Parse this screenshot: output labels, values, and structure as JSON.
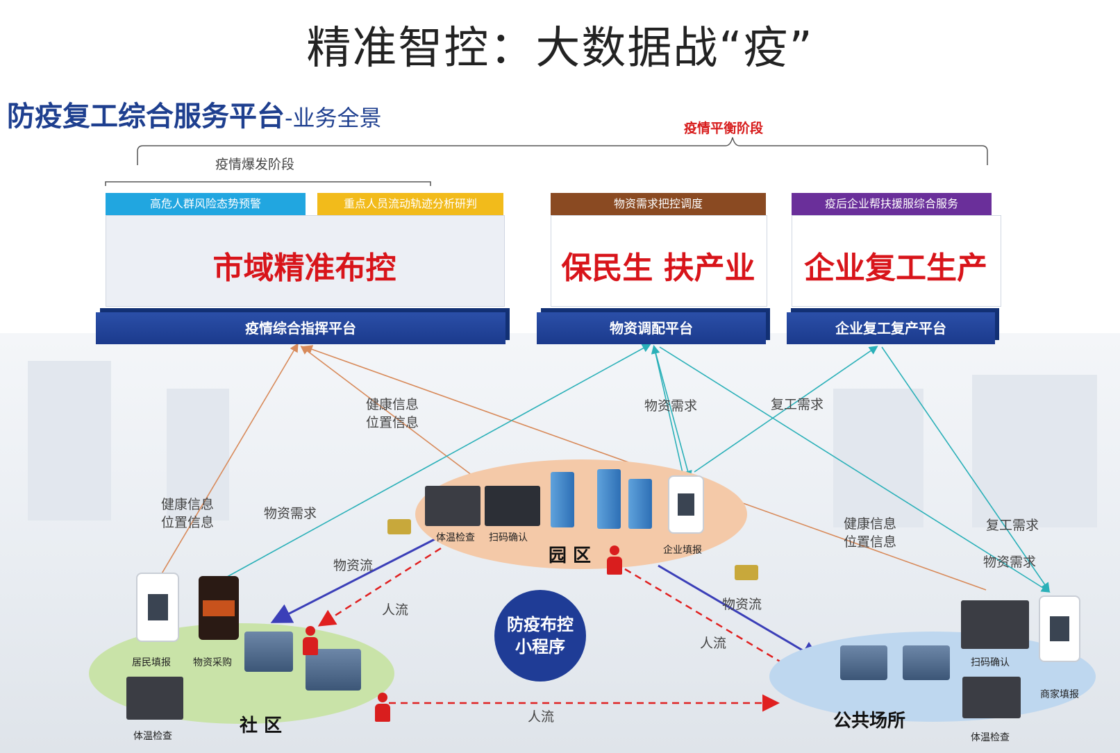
{
  "header": {
    "main_title": "精准智控：大数据战“疫”",
    "subtitle_main": "防疫复工综合服务平台",
    "subtitle_suffix": "-业务全景"
  },
  "stages": {
    "balance": "疫情平衡阶段",
    "outbreak": "疫情爆发阶段"
  },
  "tags": {
    "t1": "高危人群风险态势预警",
    "t2": "重点人员流动轨迹分析研判",
    "t3": "物资需求把控调度",
    "t4": "疫后企业帮扶援服综合服务"
  },
  "cards": {
    "c1": "市域精准布控",
    "c2": "保民生 扶产业",
    "c3": "企业复工生产"
  },
  "platforms": {
    "p1": "疫情综合指挥平台",
    "p2": "物资调配平台",
    "p3": "企业复工复产平台"
  },
  "flow_labels": {
    "health_center_1": "健康信息",
    "pos_center_1": "位置信息",
    "material_need_center": "物资需求",
    "return_need_center": "复工需求",
    "health_left": "健康信息",
    "pos_left": "位置信息",
    "material_need_left": "物资需求",
    "health_right": "健康信息",
    "pos_right": "位置信息",
    "return_need_right": "复工需求",
    "material_need_right": "物资需求",
    "material_flow_left": "物资流",
    "material_flow_right": "物资流",
    "people_flow_left": "人流",
    "people_flow_right": "人流",
    "people_flow_bottom": "人流"
  },
  "zones": {
    "park": "园 区",
    "community": "社 区",
    "public": "公共场所"
  },
  "captions": {
    "park_temp": "体温检查",
    "park_scan": "扫码确认",
    "park_report": "企业填报",
    "comm_report": "居民填报",
    "comm_purchase": "物资采购",
    "comm_temp": "体温检查",
    "pub_scan": "扫码确认",
    "pub_report": "商家填报",
    "pub_temp": "体温检查"
  },
  "app": {
    "line1": "防疫布控",
    "line2": "小程序"
  },
  "colors": {
    "platform_blue": "#1b3a8c",
    "headline_red": "#d8141a",
    "tag_cyan": "#21a6e0",
    "tag_yellow": "#f2bb1b",
    "tag_brown": "#8a4a22",
    "tag_purple": "#6a2f9a",
    "flow_orange": "#d88a5a",
    "flow_teal": "#2ab0b8",
    "material_flow": "#3b3fb8",
    "people_flow": "#e02020"
  }
}
